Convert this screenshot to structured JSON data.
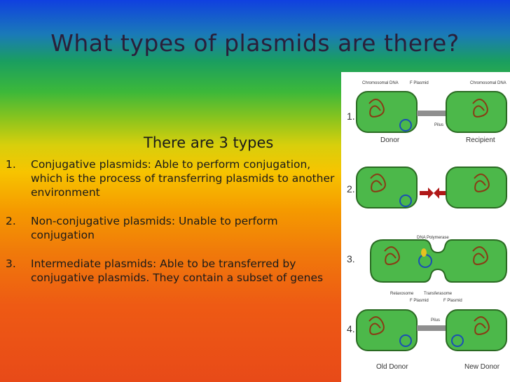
{
  "title": "What types of plasmids are there?",
  "subtitle": "There are 3 types",
  "items": [
    {
      "num": "1.",
      "text": "Conjugative plasmids: Able to perform conjugation, which is the process of transferring plasmids to another environment"
    },
    {
      "num": "2.",
      "text": "Non-conjugative plasmids: Unable to perform conjugation"
    },
    {
      "num": "3.",
      "text": "Intermediate plasmids: Able to be transferred by conjugative plasmids. They contain a subset of genes"
    }
  ],
  "figure": {
    "chromosomal_dna": "Chromosomal DNA",
    "f_plasmid": "F Plasmid",
    "pilus": "Pilus",
    "donor": "Donor",
    "recipient": "Recipient",
    "dna_polymerase": "DNA Polymerase",
    "relaxosome": "Relaxosome",
    "transferasome": "Transferasome",
    "old_donor": "Old Donor",
    "new_donor": "New Donor",
    "steps": [
      "1.",
      "2.",
      "3.",
      "4."
    ]
  },
  "colors": {
    "cell_fill": "#4cb84a",
    "cell_border": "#2a6a22",
    "dna": "#8a3a14",
    "plasmid": "#1a4fb4"
  }
}
